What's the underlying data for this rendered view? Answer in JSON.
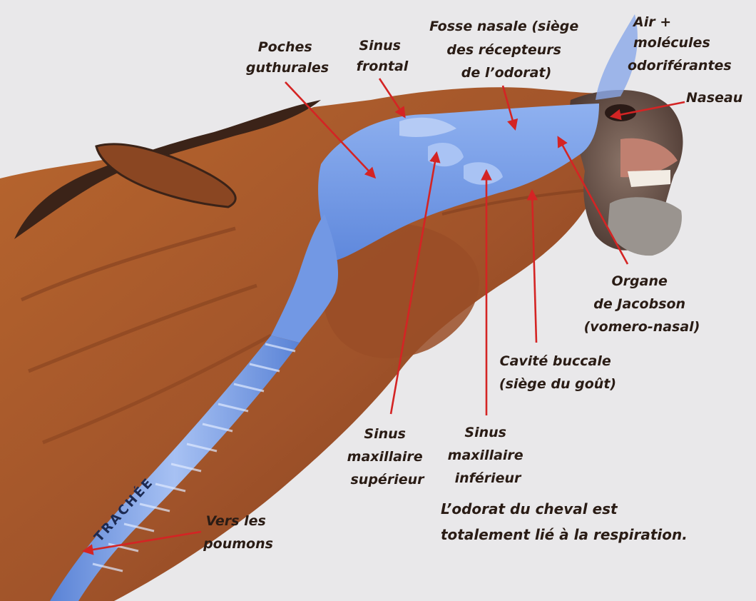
{
  "labels": {
    "poches": [
      "Poches",
      "guthurales"
    ],
    "sinus_frontal": [
      "Sinus",
      "frontal"
    ],
    "fosse_nasale": [
      "Fosse nasale (siège",
      "des récepteurs",
      "de l’odorat)"
    ],
    "air": [
      "Air +",
      "molécules",
      "odoriférantes"
    ],
    "naseau": [
      "Naseau"
    ],
    "organe": [
      "Organe",
      "de Jacobson",
      "(vomero-nasal)"
    ],
    "cavite": [
      "Cavité buccale",
      "(siège du goût)"
    ],
    "sinus_sup": [
      "Sinus",
      "maxillaire",
      "supérieur"
    ],
    "sinus_inf": [
      "Sinus",
      "maxillaire",
      "inférieur"
    ],
    "vers": [
      "Vers les",
      "poumons"
    ],
    "trachee": "TRACHÉE"
  },
  "caption": [
    "L’odorat du cheval est",
    "totalement lié à la respiration."
  ],
  "colors": {
    "background": "#e9e8ea",
    "horse_brown": "#a5582a",
    "airway_blue": "#6f97e6",
    "leader_red": "#d42424",
    "text": "#2a1c15"
  }
}
